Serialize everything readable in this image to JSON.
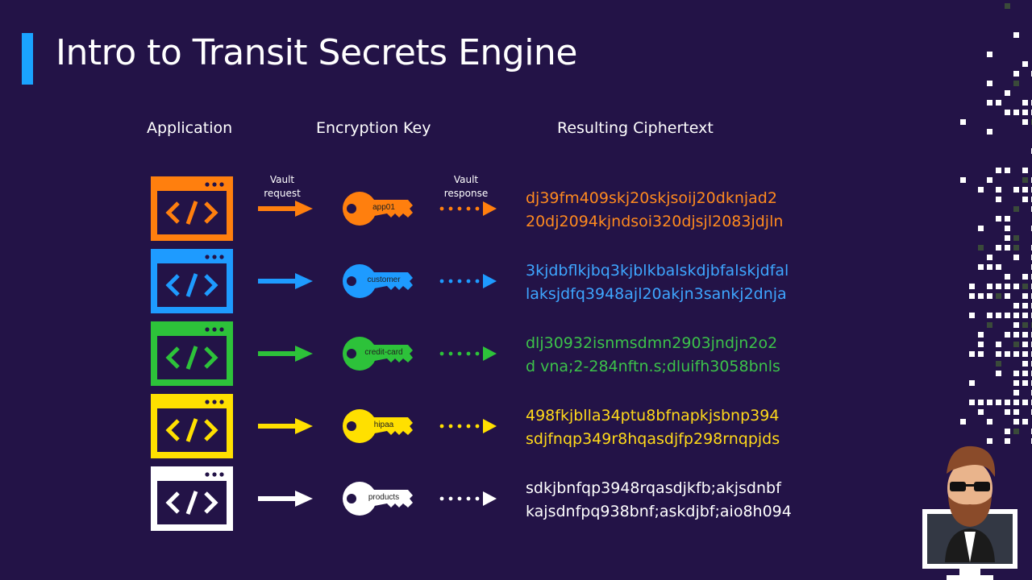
{
  "title": "Intro to Transit Secrets Engine",
  "columns": {
    "application": "Application",
    "encryption_key": "Encryption Key",
    "ciphertext": "Resulting Ciphertext"
  },
  "labels": {
    "vault_request": "Vault request",
    "vault_response": "Vault response"
  },
  "rows": [
    {
      "key": "app01",
      "color": "#ff7f0e",
      "text_color": "#ff8a1f",
      "cipher": [
        "dj39fm409skj20skjsoij20dknjad2",
        "20dj2094kjndsoi320djsjl2083jdjln"
      ]
    },
    {
      "key": "customer",
      "color": "#1e9bff",
      "text_color": "#3ea6ff",
      "cipher": [
        "3kjdbflkjbq3kjblkbalskdjbfalskjdfal",
        "laksjdfq3948ajl20akjn3sankj2dnja"
      ]
    },
    {
      "key": "credit-card",
      "color": "#2dc23a",
      "text_color": "#3cc24a",
      "cipher": [
        "dlj30932isnmsdmn2903jndjn2o2",
        "d vna;2-284nftn.s;dluifh3058bnls"
      ]
    },
    {
      "key": "hipaa",
      "color": "#ffe000",
      "text_color": "#ffd91a",
      "cipher": [
        "498fkjblla34ptu8bfnapkjsbnp394",
        "sdjfnqp349r8hqasdjfp298rnqpjds"
      ]
    },
    {
      "key": "products",
      "color": "#ffffff",
      "text_color": "#ffffff",
      "cipher": [
        "sdkjbnfqp3948rqasdjkfb;akjsdnbf",
        "kajsdnfpq938bnf;askdjbf;aio8h094"
      ]
    }
  ]
}
